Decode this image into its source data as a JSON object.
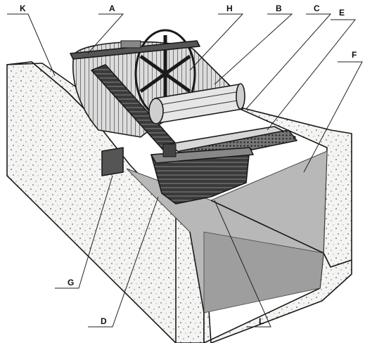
{
  "figure": {
    "labels": {
      "K": "K",
      "A": "A",
      "H": "H",
      "B": "B",
      "C": "C",
      "E": "E",
      "F": "F",
      "G": "G",
      "D": "D",
      "L": "L"
    }
  },
  "colors": {
    "ink": "#1a1a1a",
    "concrete": "#f4f4f2",
    "liquid": "#b8b8b8",
    "liquid_deep": "#9e9e9e"
  }
}
